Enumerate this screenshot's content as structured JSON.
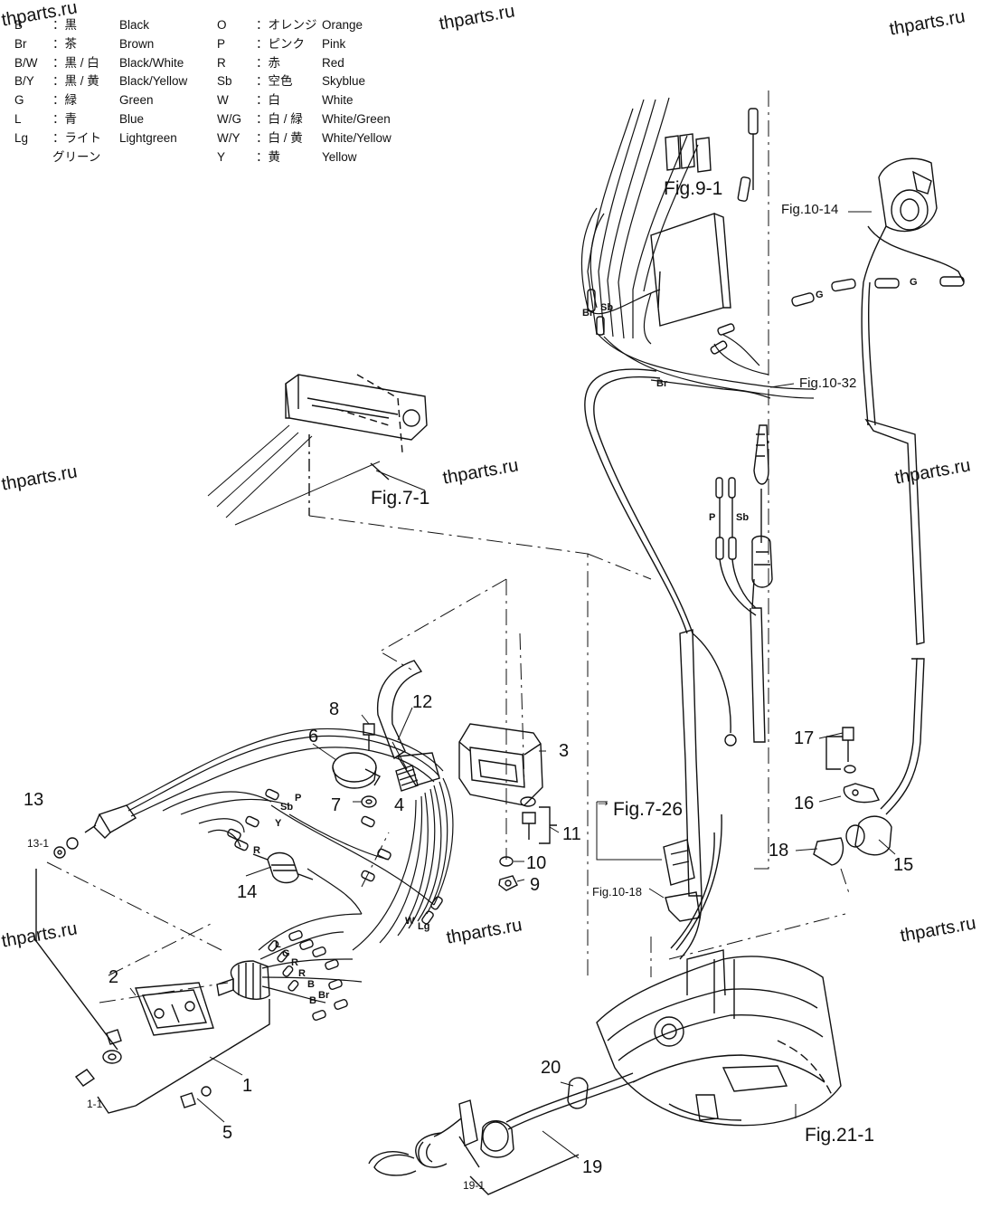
{
  "legend": [
    {
      "code": "B",
      "jp": "：黒",
      "en": "Black",
      "code2": "O",
      "jp2": "：オレンジ",
      "en2": "Orange"
    },
    {
      "code": "Br",
      "jp": "：茶",
      "en": "Brown",
      "code2": "P",
      "jp2": "：ピンク",
      "en2": "Pink"
    },
    {
      "code": "B/W",
      "jp": "：黒 / 白",
      "en": "Black/White",
      "code2": "R",
      "jp2": "：赤",
      "en2": "Red"
    },
    {
      "code": "B/Y",
      "jp": "：黒 / 黄",
      "en": "Black/Yellow",
      "code2": "Sb",
      "jp2": "：空色",
      "en2": "Skyblue"
    },
    {
      "code": "G",
      "jp": "：緑",
      "en": "Green",
      "code2": "W",
      "jp2": "：白",
      "en2": "White"
    },
    {
      "code": "L",
      "jp": "：青",
      "en": "Blue",
      "code2": "W/G",
      "jp2": "：白 / 緑",
      "en2": "White/Green"
    },
    {
      "code": "Lg",
      "jp": "：ライト",
      "en": "Lightgreen",
      "code2": "W/Y",
      "jp2": "：白 / 黄",
      "en2": "White/Yellow"
    },
    {
      "code": "",
      "jp": "グリーン",
      "en": "",
      "code2": "Y",
      "jp2": "：黄",
      "en2": "Yellow"
    }
  ],
  "watermark": "thparts.ru",
  "part_numbers": [
    "1",
    "2",
    "3",
    "4",
    "5",
    "6",
    "7",
    "8",
    "9",
    "10",
    "11",
    "12",
    "13",
    "14",
    "15",
    "16",
    "17",
    "18",
    "19",
    "20"
  ],
  "sub_numbers": [
    "1-1",
    "13-1",
    "19-1"
  ],
  "figure_refs": {
    "fig_9_1": "Fig.9-1",
    "fig_10_14": "Fig.10-14",
    "fig_10_32": "Fig.10-32",
    "fig_7_1": "Fig.7-1",
    "fig_7_26": "Fig.7-26",
    "fig_10_18": "Fig.10-18",
    "fig_21_1": "Fig.21-1"
  },
  "wire_labels": {
    "br": "Br",
    "sb": "Sb",
    "p": "P",
    "y": "Y",
    "r": "R",
    "l": "L",
    "g": "G",
    "b": "B",
    "w": "W",
    "lg": "Lg"
  },
  "colors": {
    "ink": "#111111",
    "background": "#ffffff"
  }
}
